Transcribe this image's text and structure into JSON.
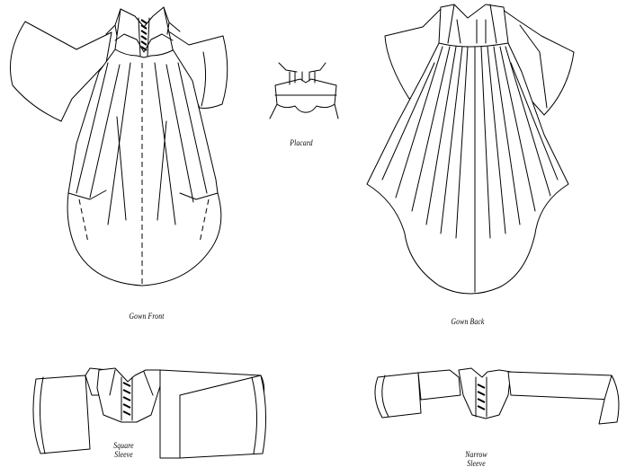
{
  "labels": {
    "gown_front": "Gown Front",
    "placard": "Placard",
    "gown_back": "Gown Back",
    "square_sleeve_1": "Square",
    "square_sleeve_2": "Sleeve",
    "narrow_sleeve_1": "Narrow",
    "narrow_sleeve_2": "Sleeve"
  },
  "colors": {
    "line": "#000000",
    "background": "#ffffff"
  }
}
